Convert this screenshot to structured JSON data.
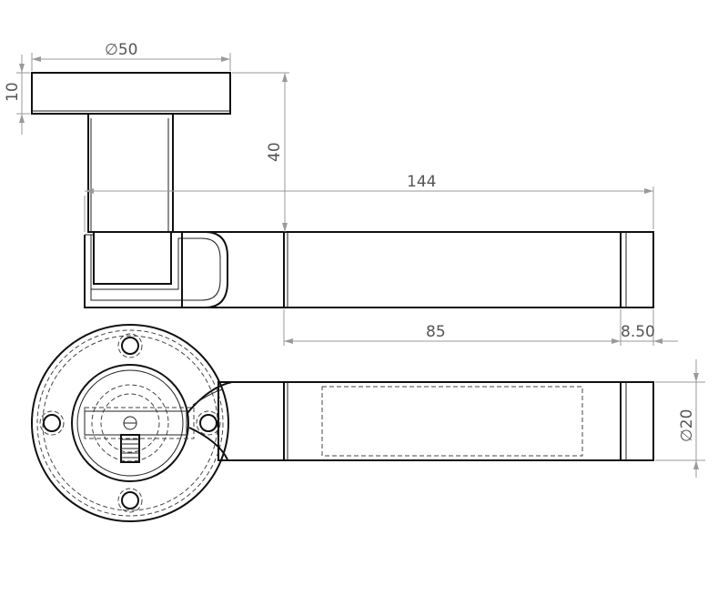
{
  "dimensions": {
    "rose_diameter": "50",
    "rose_thickness": "10",
    "lever_height": "40",
    "total_length": "144",
    "grip_length": "85",
    "end_cap_length": "8.50",
    "lever_diameter": "20"
  },
  "symbols": {
    "diameter": "∅"
  },
  "colors": {
    "outline": "#111111",
    "dimension_line": "#9a9a9a",
    "dimension_text": "#555555"
  }
}
